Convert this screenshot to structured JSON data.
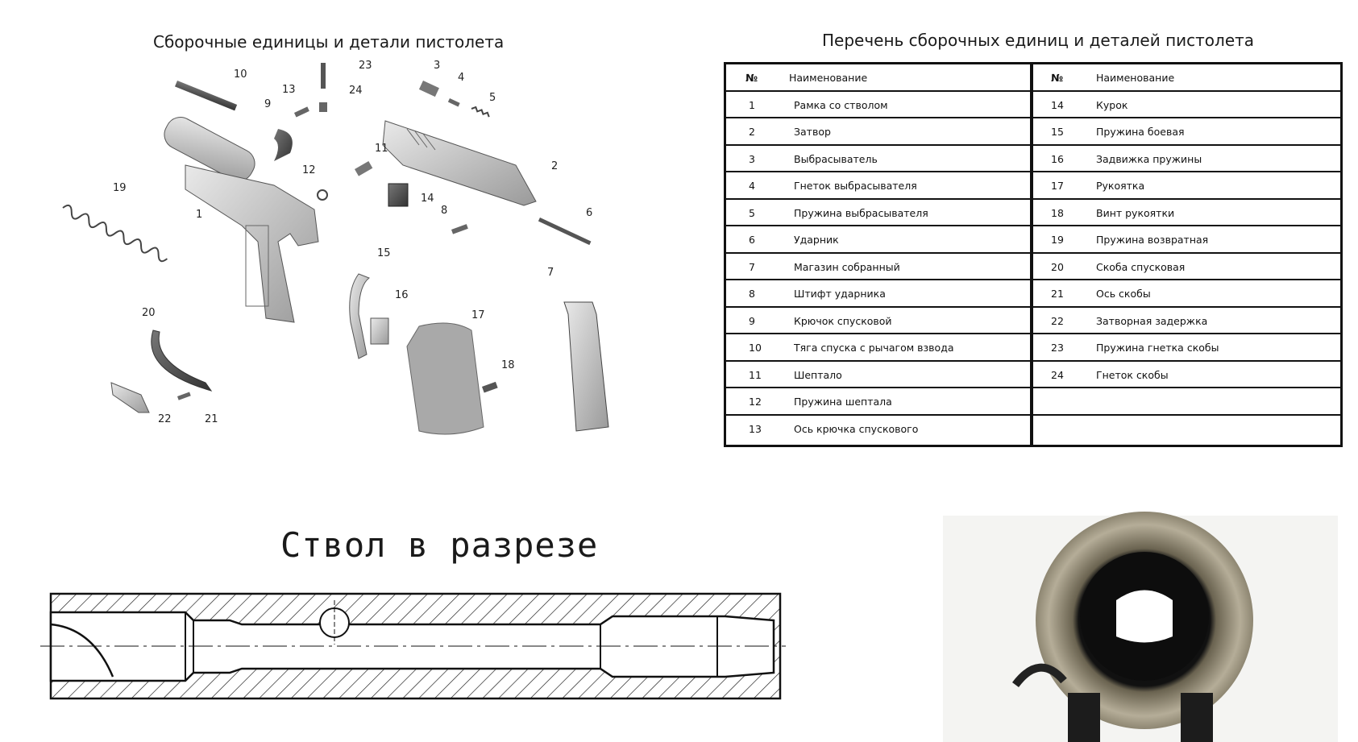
{
  "titles": {
    "left": "Сборочные единицы и детали пистолета",
    "right": "Перечень сборочных единиц и деталей пистолета",
    "barrel": "Ствол в разрезе"
  },
  "table": {
    "header_num": "№",
    "header_name": "Наименование",
    "left_rows": [
      {
        "num": "1",
        "name": "Рамка со стволом"
      },
      {
        "num": "2",
        "name": "Затвор"
      },
      {
        "num": "3",
        "name": "Выбрасыватель"
      },
      {
        "num": "4",
        "name": "Гнеток выбрасывателя"
      },
      {
        "num": "5",
        "name": "Пружина выбрасывателя"
      },
      {
        "num": "6",
        "name": "Ударник"
      },
      {
        "num": "7",
        "name": "Магазин собранный"
      },
      {
        "num": "8",
        "name": "Штифт ударника"
      },
      {
        "num": "9",
        "name": "Крючок спусковой"
      },
      {
        "num": "10",
        "name": "Тяга спуска с рычагом взвода"
      },
      {
        "num": "11",
        "name": "Шептало"
      },
      {
        "num": "12",
        "name": "Пружина шептала"
      },
      {
        "num": "13",
        "name": "Ось крючка спускового"
      }
    ],
    "right_rows": [
      {
        "num": "14",
        "name": "Курок"
      },
      {
        "num": "15",
        "name": "Пружина боевая"
      },
      {
        "num": "16",
        "name": "Задвижка пружины"
      },
      {
        "num": "17",
        "name": "Рукоятка"
      },
      {
        "num": "18",
        "name": "Винт рукоятки"
      },
      {
        "num": "19",
        "name": "Пружина возвратная"
      },
      {
        "num": "20",
        "name": "Скоба спусковая"
      },
      {
        "num": "21",
        "name": "Ось скобы"
      },
      {
        "num": "22",
        "name": "Затворная задержка"
      },
      {
        "num": "23",
        "name": "Пружина гнетка скобы"
      },
      {
        "num": "24",
        "name": "Гнеток скобы"
      },
      {
        "num": "",
        "name": ""
      },
      {
        "num": "",
        "name": ""
      }
    ]
  },
  "callouts": [
    "1",
    "2",
    "3",
    "4",
    "5",
    "6",
    "7",
    "8",
    "9",
    "10",
    "11",
    "12",
    "13",
    "14",
    "15",
    "16",
    "17",
    "18",
    "19",
    "20",
    "21",
    "22",
    "23",
    "24"
  ],
  "icons": {
    "diagram": "exploded-pistol-drawing",
    "section": "barrel-cross-section-drawing",
    "photo": "barrel-muzzle-photo"
  }
}
